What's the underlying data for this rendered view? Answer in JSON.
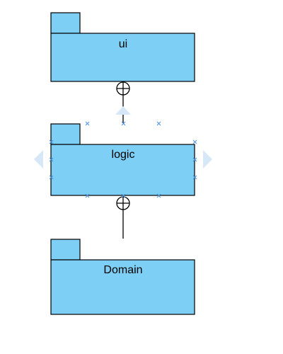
{
  "diagram": {
    "packages": [
      {
        "id": "ui",
        "label": "ui"
      },
      {
        "id": "logic",
        "label": "logic",
        "selected": true
      },
      {
        "id": "domain",
        "label": "Domain"
      }
    ],
    "connectors": [
      {
        "from": "ui",
        "to": "logic",
        "type": "containment"
      },
      {
        "from": "logic",
        "to": "domain",
        "type": "containment"
      }
    ]
  },
  "colors": {
    "package_fill": "#7DCFF5",
    "package_stroke": "#000000",
    "selection_handle": "#4A90D9",
    "arrow_hint": "#D6E8F7"
  }
}
